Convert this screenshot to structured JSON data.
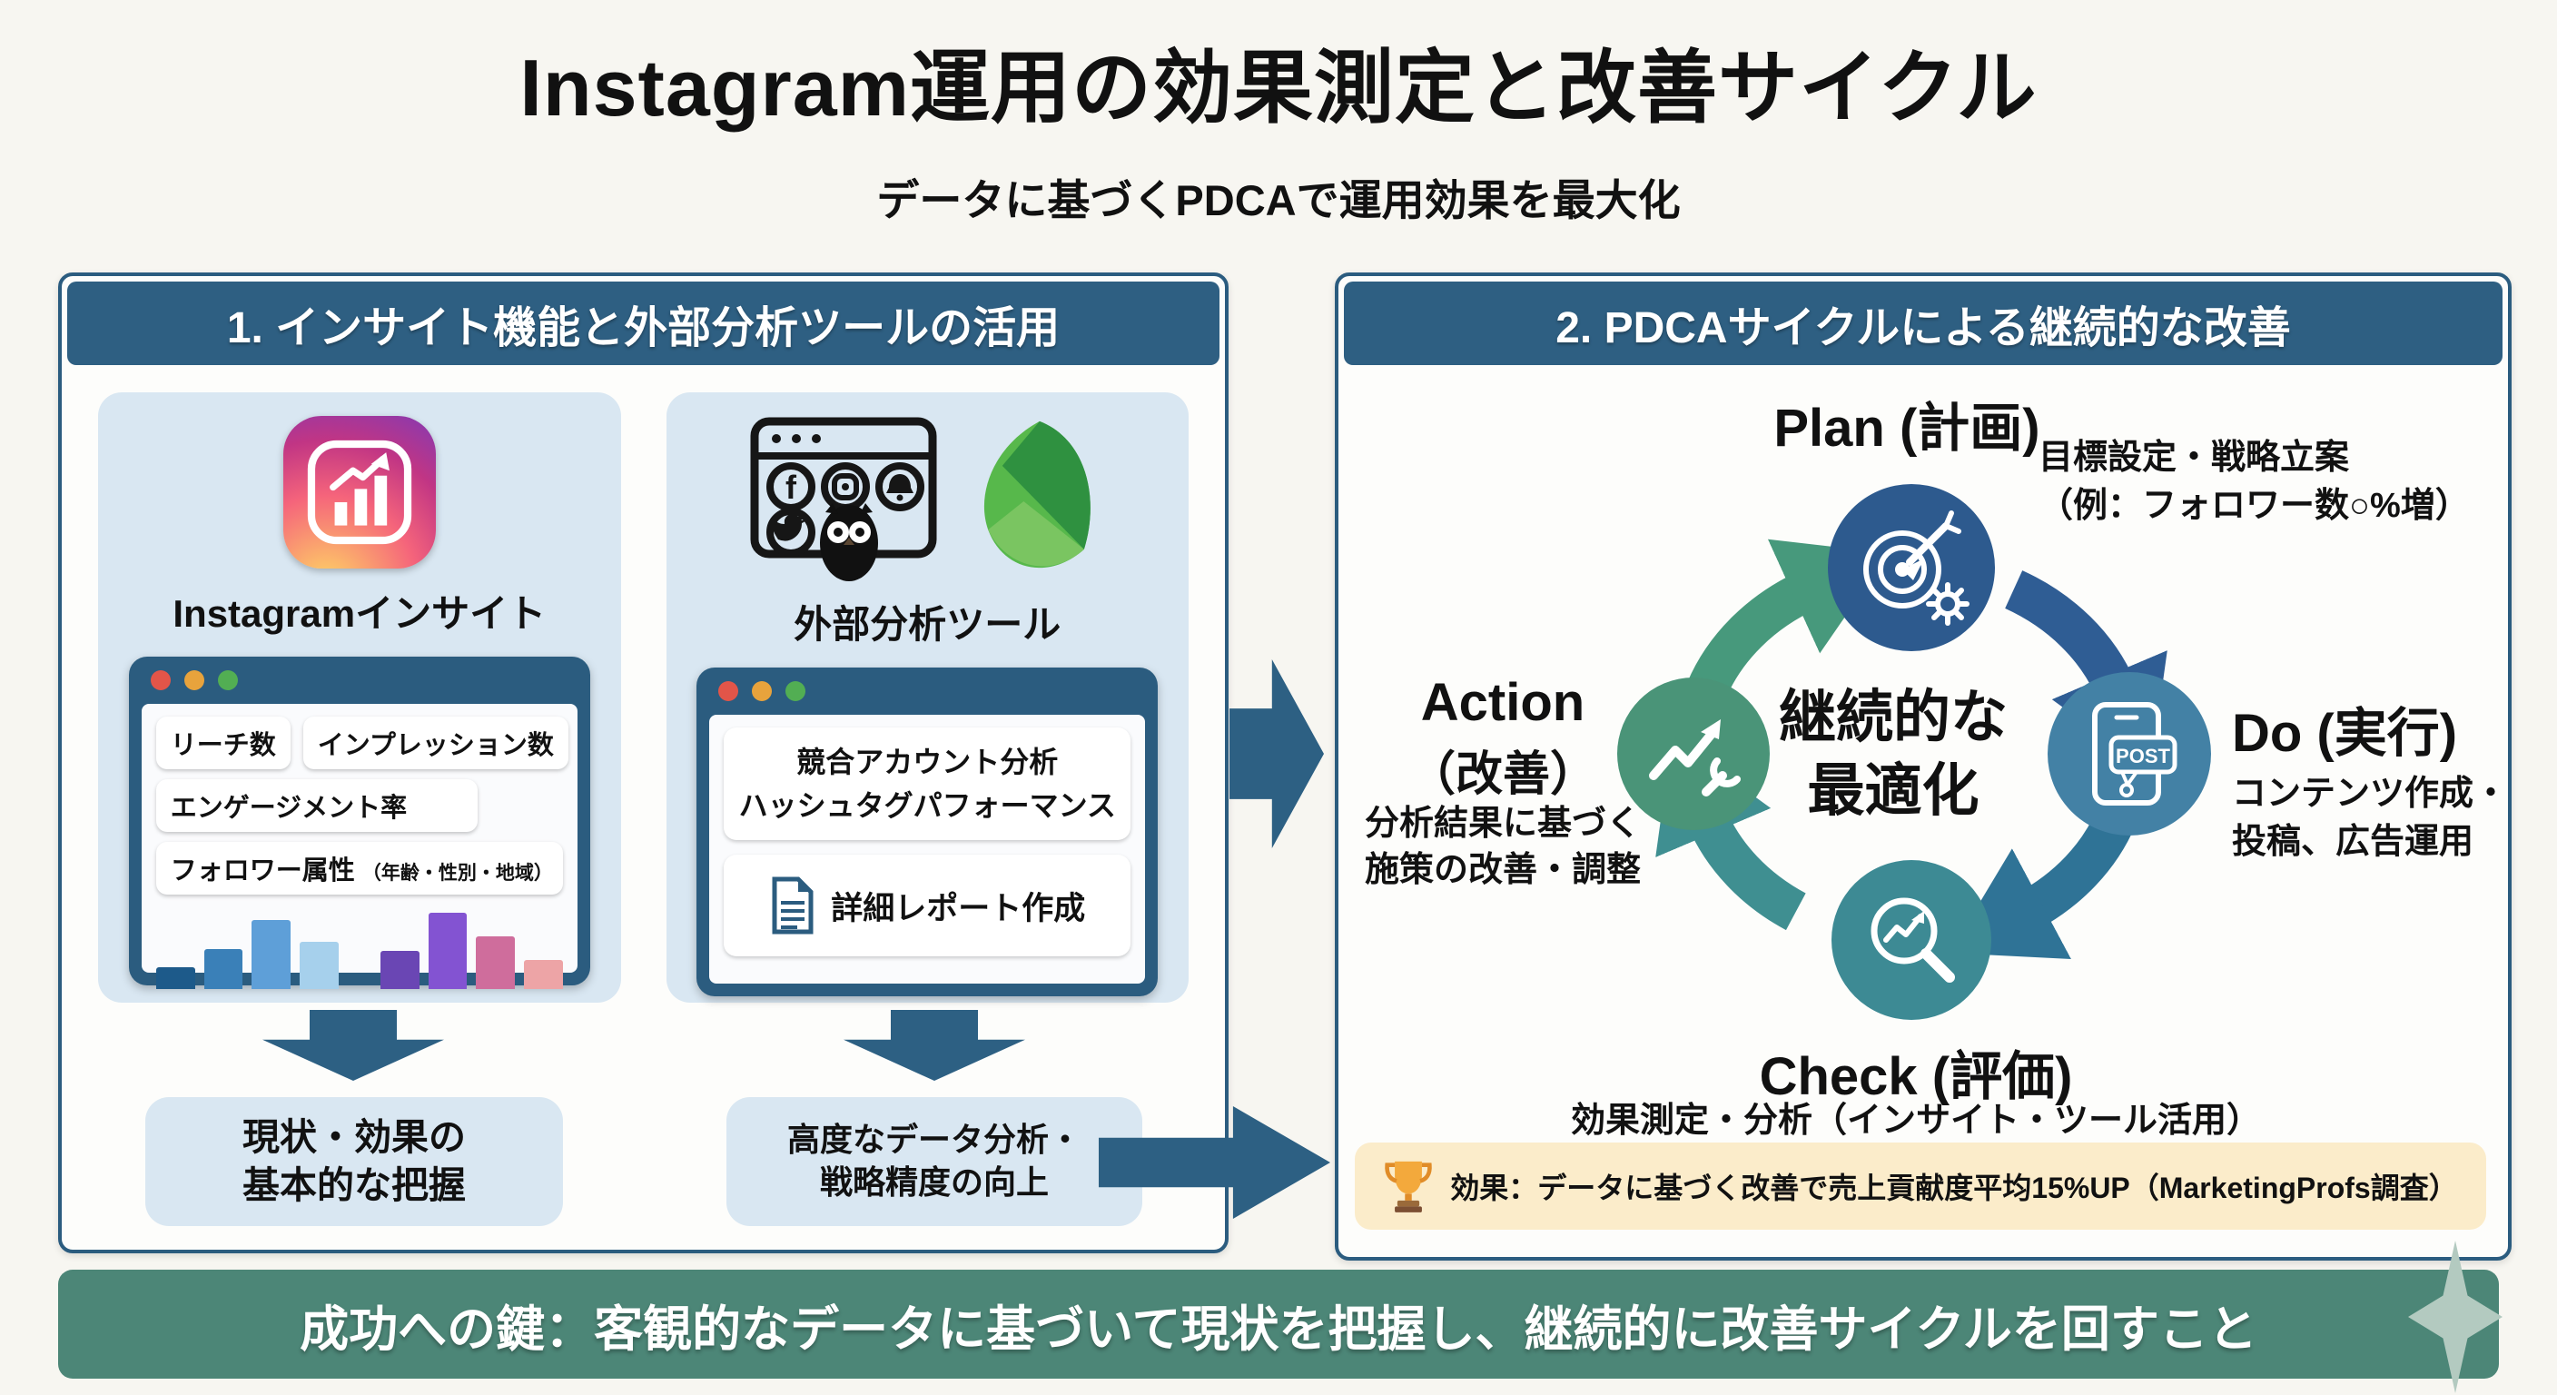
{
  "title": "Instagram運用の効果測定と改善サイクル",
  "subtitle": "データに基づくPDCAで運用効果を最大化",
  "colors": {
    "panel_header_blue": "#2e5f82",
    "card_blue": "#d9e7f2",
    "arrow_blue": "#2d6083",
    "footer_green": "#4c8677",
    "effect_band_yellow": "#fbecca"
  },
  "left_panel": {
    "header": "1. インサイト機能と外部分析ツールの活用",
    "insight_card": {
      "label": "Instagramインサイト",
      "tag_reach": "リーチ数",
      "tag_impressions": "インプレッション数",
      "tag_engagement": "エンゲージメント率",
      "tag_followers": "フォロワー属性",
      "tag_followers_note": "（年齢・性別・地域）",
      "bars": [
        {
          "value": 24,
          "color": "#1d5a8a"
        },
        {
          "value": 44,
          "color": "#3a80b8"
        },
        {
          "value": 76,
          "color": "#5e9fd8"
        },
        {
          "value": 52,
          "color": "#a6d0ec"
        },
        {
          "value": 42,
          "color": "#6a46b4"
        },
        {
          "value": 84,
          "color": "#8353d2"
        },
        {
          "value": 58,
          "color": "#cf6d9c"
        },
        {
          "value": 32,
          "color": "#eda4a6"
        }
      ]
    },
    "insight_result_line1": "現状・効果の",
    "insight_result_line2": "基本的な把握",
    "tools_card": {
      "label": "外部分析ツール",
      "feature1": "競合アカウント分析",
      "feature2": "ハッシュタグパフォーマンス",
      "report": "詳細レポート作成"
    },
    "tools_result_line1": "高度なデータ分析・",
    "tools_result_line2": "戦略精度の向上"
  },
  "right_panel": {
    "header": "2. PDCAサイクルによる継続的な改善",
    "plan_title": "Plan (計画)",
    "plan_desc1": "目標設定・戦略立案",
    "plan_desc2": "（例：フォロワー数○%増）",
    "do_title": "Do (実行)",
    "do_desc1": "コンテンツ作成・",
    "do_desc2": "投稿、広告運用",
    "check_title": "Check (評価)",
    "check_desc": "効果測定・分析（インサイト・ツール活用）",
    "action_title": "Action",
    "action_subtitle": "（改善）",
    "action_desc1": "分析結果に基づく",
    "action_desc2": "施策の改善・調整",
    "center_line1": "継続的な",
    "center_line2": "最適化",
    "post_label": "POST",
    "effect_note": "効果：データに基づく改善で売上貢献度平均15%UP（MarketingProfs調査）"
  },
  "footer": "成功への鍵：客観的なデータに基づいて現状を把握し、継続的に改善サイクルを回すこと"
}
